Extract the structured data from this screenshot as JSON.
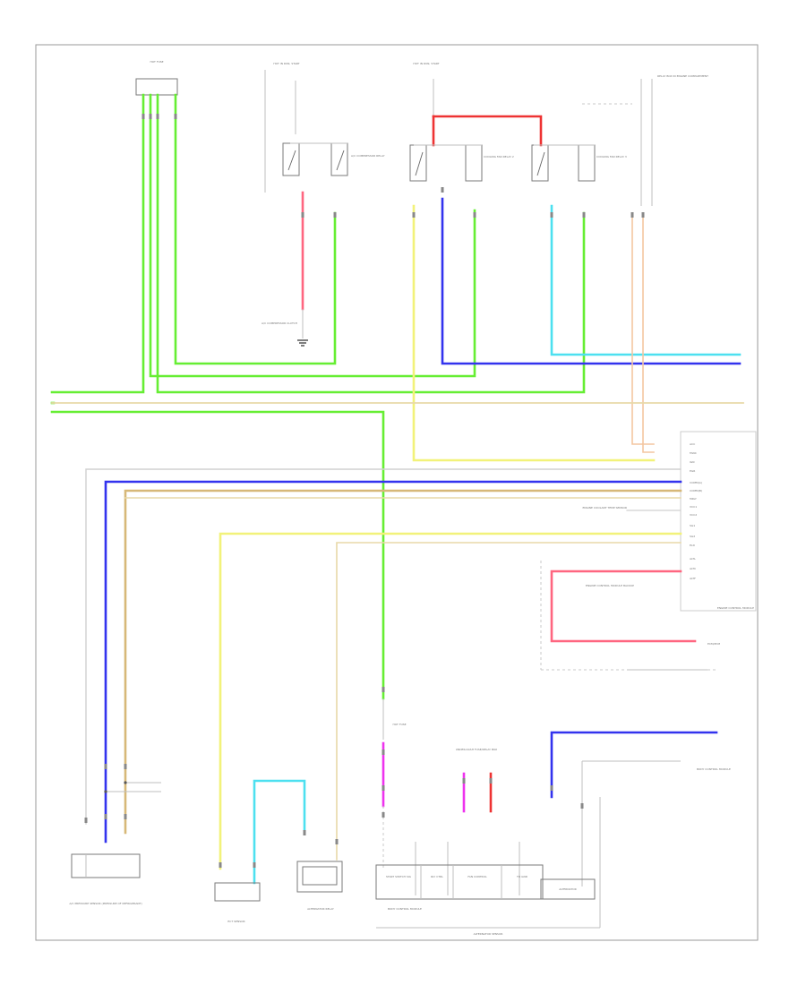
{
  "colors": {
    "green": "#66ee33",
    "pink": "#ff6680",
    "red": "#ee3333",
    "yellow": "#f2f27a",
    "blue": "#3333ee",
    "cyan": "#4de0f0",
    "tan": "#d7b878",
    "peach": "#f4c6a0",
    "magenta": "#ee33ee",
    "grey": "#bbbbbb"
  },
  "labels": {
    "top_fuse_box": "HOT\nFUSE",
    "hot_run_1": "HOT IN\nRUN, START",
    "hot_run_2": "HOT IN\nRUN, START",
    "relay_label": "RELAY BOX\nIN ENGINE\nCOMPARTMENT",
    "switch_1": "A/C\nCOMPRESSOR\nRELAY",
    "switch_2": "COOLING\nFAN\nRELAY\n2",
    "switch_3": "COOLING\nFAN\nRELAY\n3",
    "compressor_clutch": "A/C\nCOMPRESSOR\nCLUTCH",
    "pcm_header": "",
    "pcm_pins": [
      "ACC",
      "FANC",
      "IGN",
      "EGR",
      "COMM(A)",
      "COMM(B)",
      "MRLY",
      "VCC1",
      "VCC2",
      "SG1",
      "SG2",
      "ELD",
      "ALTL",
      "ALTC",
      "ALTF"
    ],
    "pcm_side_note": "ENGINE\nCONTROL\nMODULE",
    "ecm_note_2": "ENGINE\nCOOLANT\nTEMP\nSENSOR",
    "ecm_note_3": "ENGINE\nCONTROL\nMODULE\nBACKUP",
    "right_note": "ECM/PCM",
    "ac_pressure_sensor": "A/C PRESSURE\nSENSOR\n(PRESSURE OF\nREFRIGERANT)",
    "ect_sensor": "ECT\nSENSOR",
    "fuse_lower": "HOT\nFUSE",
    "under_dash_fuse": "UNDER-DASH\nFUSE/RELAY\nBOX",
    "alternator": "ALTERNATOR",
    "alternator_box": "ALTERNATOR\nRELAY",
    "body_control": "BODY\nCONTROL\nMODULE",
    "bottom_left_code": "",
    "bottom_caption": "ALTERNATOR SENSOR",
    "mid_box_1": "START\nSWITCH\nSIG",
    "mid_box_2": "RLY\nCTRL",
    "mid_box_3": "FAN\nCONTROL",
    "mid_box_4": "TO\nGND"
  }
}
